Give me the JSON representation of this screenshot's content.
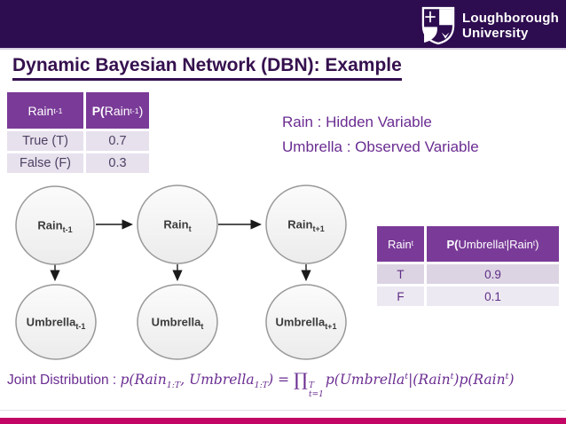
{
  "brand": {
    "university_line1": "Loughborough",
    "university_line2": "University"
  },
  "slide": {
    "title": "Dynamic Bayesian Network (DBN): Example"
  },
  "annotations": {
    "hidden_variable": "Rain : Hidden Variable",
    "observed_variable": "Umbrella : Observed Variable"
  },
  "prior_table": {
    "header": {
      "col1_base": "Rain",
      "col1_sub": "t-1",
      "col2_bold": "P(",
      "col2_base": "Rain",
      "col2_sub": "t-1",
      "col2_close": ")"
    },
    "rows": [
      {
        "label": "True (T)",
        "value": "0.7"
      },
      {
        "label": "False (F)",
        "value": "0.3"
      }
    ]
  },
  "emission_table": {
    "header": {
      "col1_base": "Rain",
      "col1_sub": "t",
      "col2_bold": "P(",
      "col2_base": "Umbrella",
      "col2_sub": "t",
      "col2_bar": "|",
      "col2_base2": "Rain",
      "col2_sub2": "t",
      "col2_close": ")"
    },
    "rows": [
      {
        "label": "T",
        "value": "0.9"
      },
      {
        "label": "F",
        "value": "0.1"
      }
    ]
  },
  "diagram": {
    "nodes": [
      {
        "base": "Rain",
        "sub": "t-1"
      },
      {
        "base": "Rain",
        "sub": "t"
      },
      {
        "base": "Rain",
        "sub": "t+1"
      },
      {
        "base": "Umbrella",
        "sub": "t-1"
      },
      {
        "base": "Umbrella",
        "sub": "t"
      },
      {
        "base": "Umbrella",
        "sub": "t+1"
      }
    ]
  },
  "formula": {
    "prefix": "Joint Distribution : ",
    "f1": "p(Rain",
    "s1": "1:T",
    "f2": ", Umbrella",
    "s2": "1:T",
    "f3": ") = ",
    "prod": "∏",
    "prod_sup": "T",
    "prod_sub": "t=1",
    "f4": "p(Umbrella",
    "e1": "t",
    "f5": "|(Rain",
    "e2": "t",
    "f6": ")p(Rain",
    "e3": "t",
    "f7": ")"
  },
  "colors": {
    "header_bar": "#2E0C50",
    "table_header_purple": "#7A3B98",
    "text_purple": "#6A2C91",
    "title_purple": "#35104E",
    "bottom_bar_pink": "#C10666",
    "row_lavender": "#E7E1ED"
  }
}
